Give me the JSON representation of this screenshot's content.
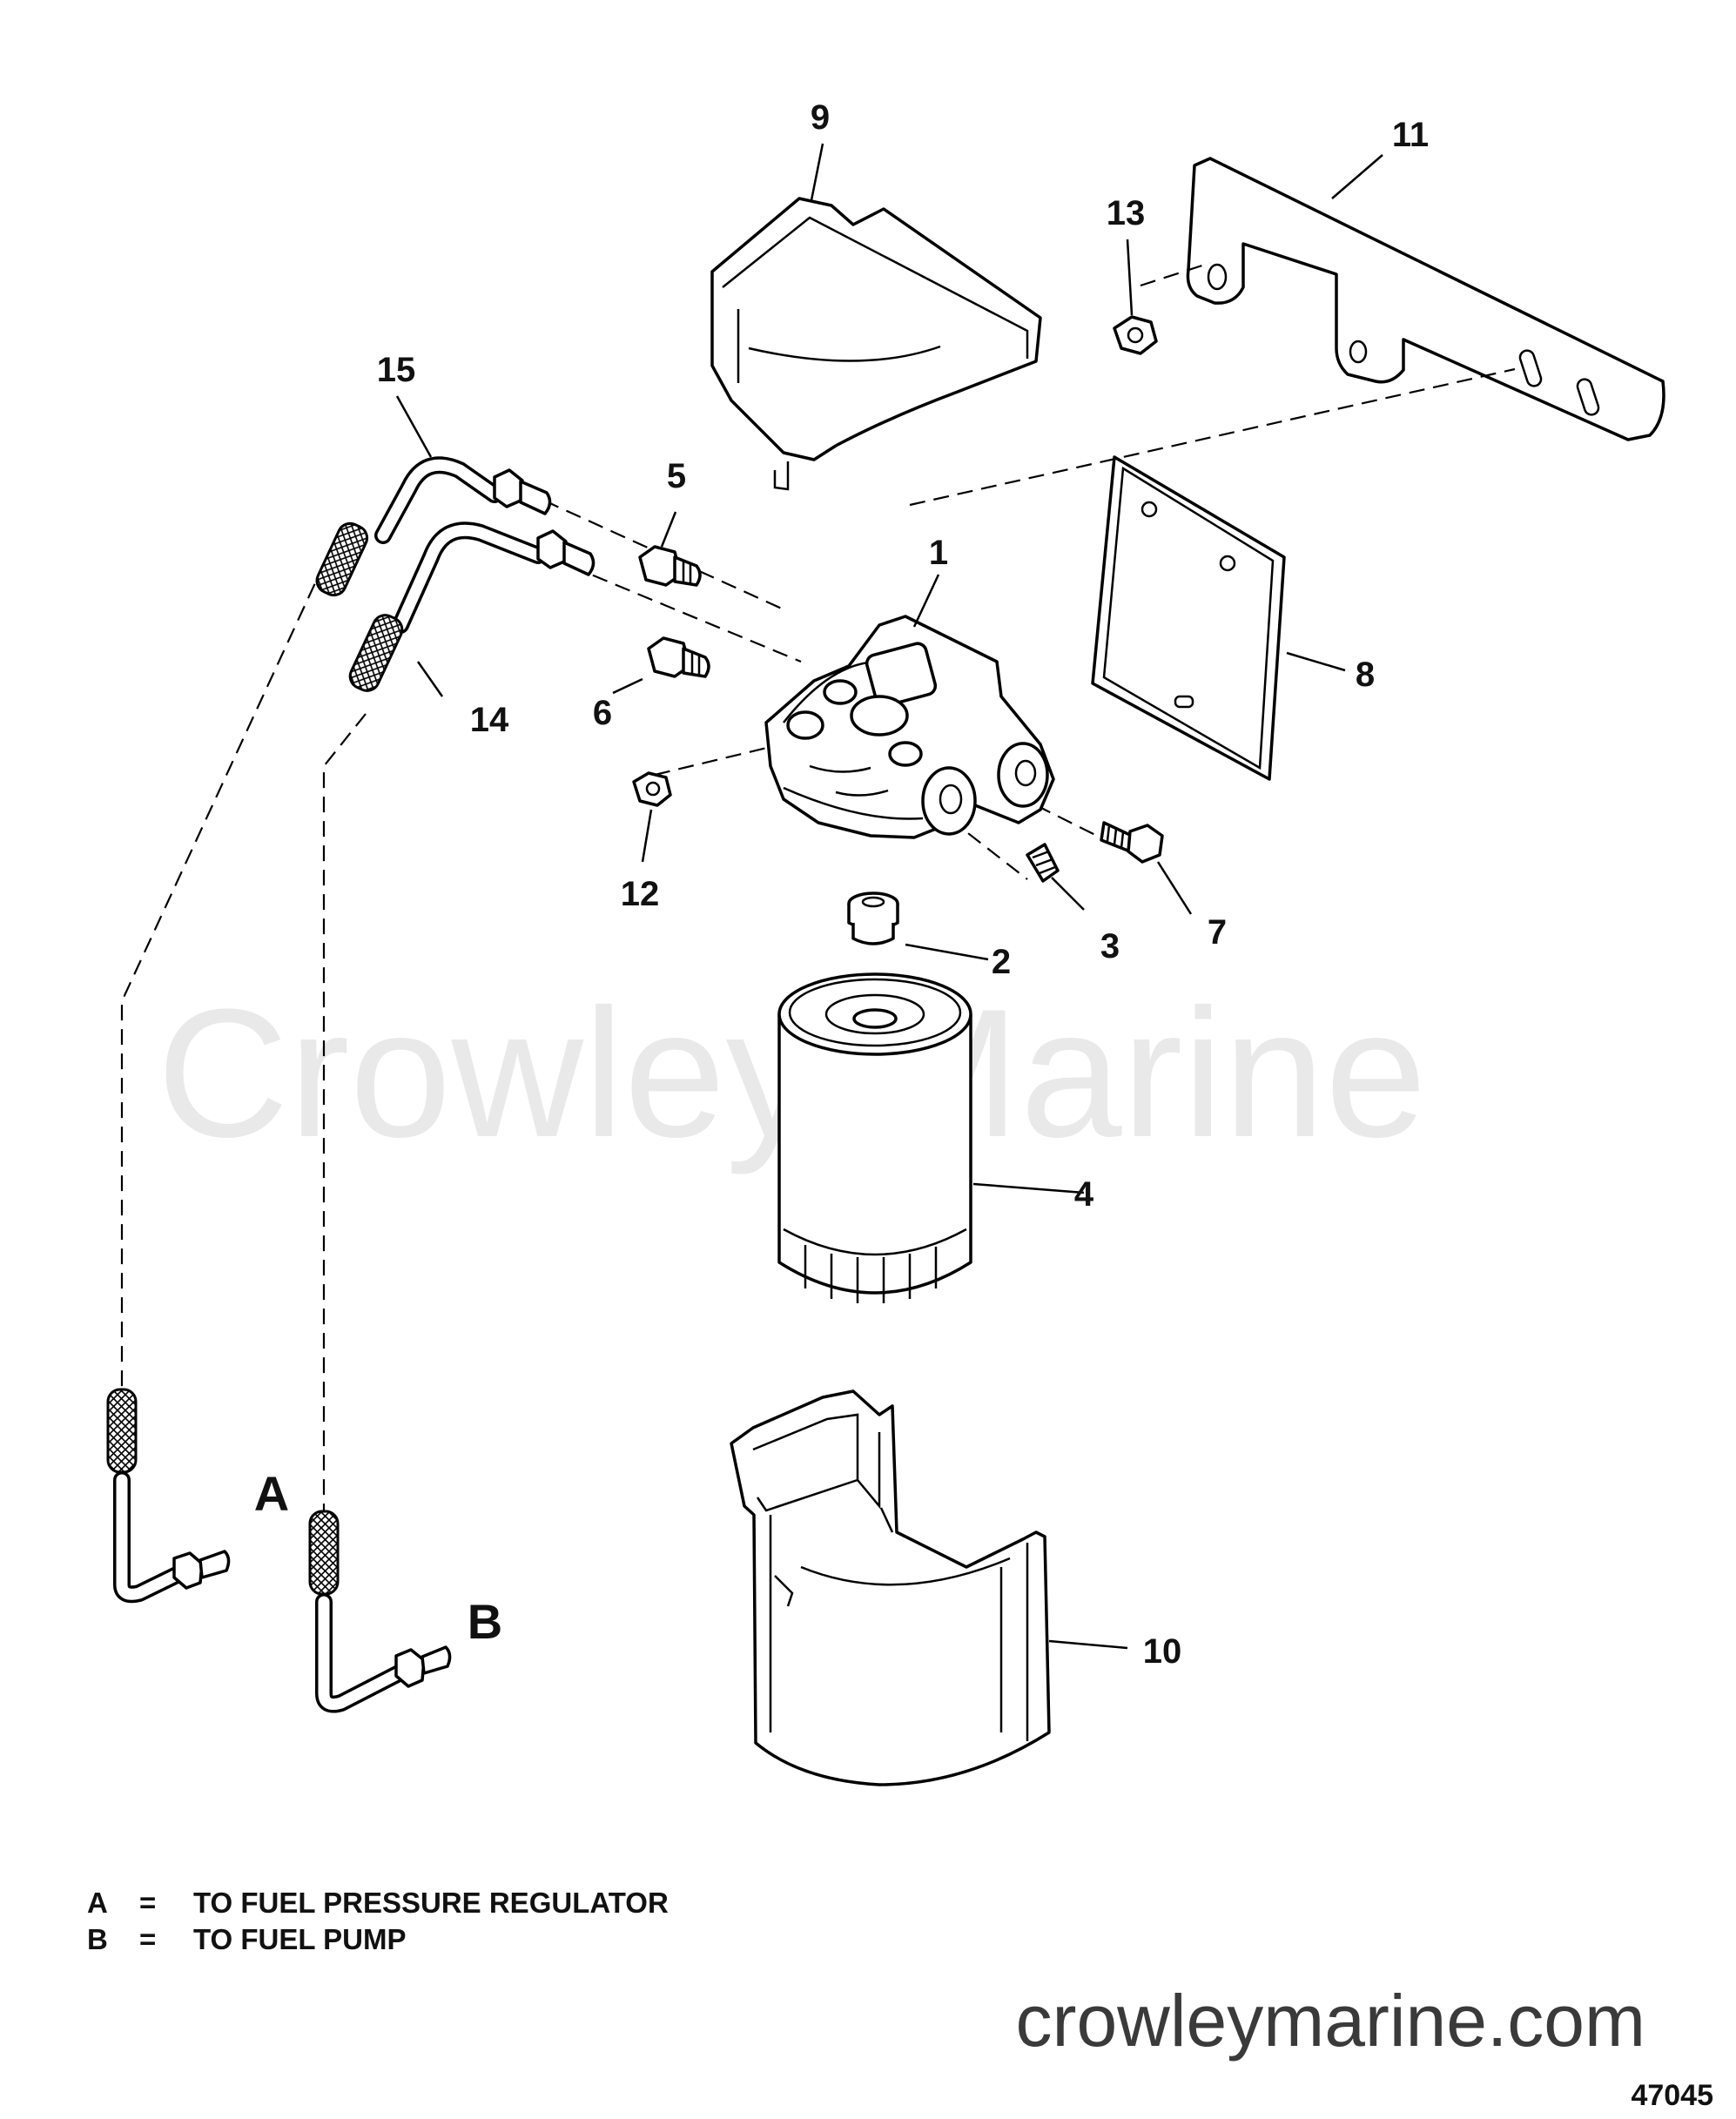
{
  "diagram": {
    "watermark": "Crowley Marine",
    "part_labels": [
      "1",
      "2",
      "3",
      "4",
      "5",
      "6",
      "7",
      "8",
      "9",
      "10",
      "11",
      "12",
      "13",
      "14",
      "15"
    ],
    "connection_labels": {
      "a": "A",
      "b": "B"
    },
    "legend": [
      {
        "key": "A",
        "eq": "=",
        "text": "TO FUEL PRESSURE REGULATOR"
      },
      {
        "key": "B",
        "eq": "=",
        "text": "TO FUEL PUMP"
      }
    ],
    "site": "crowleymarine.com",
    "drawing_number": "47045"
  }
}
